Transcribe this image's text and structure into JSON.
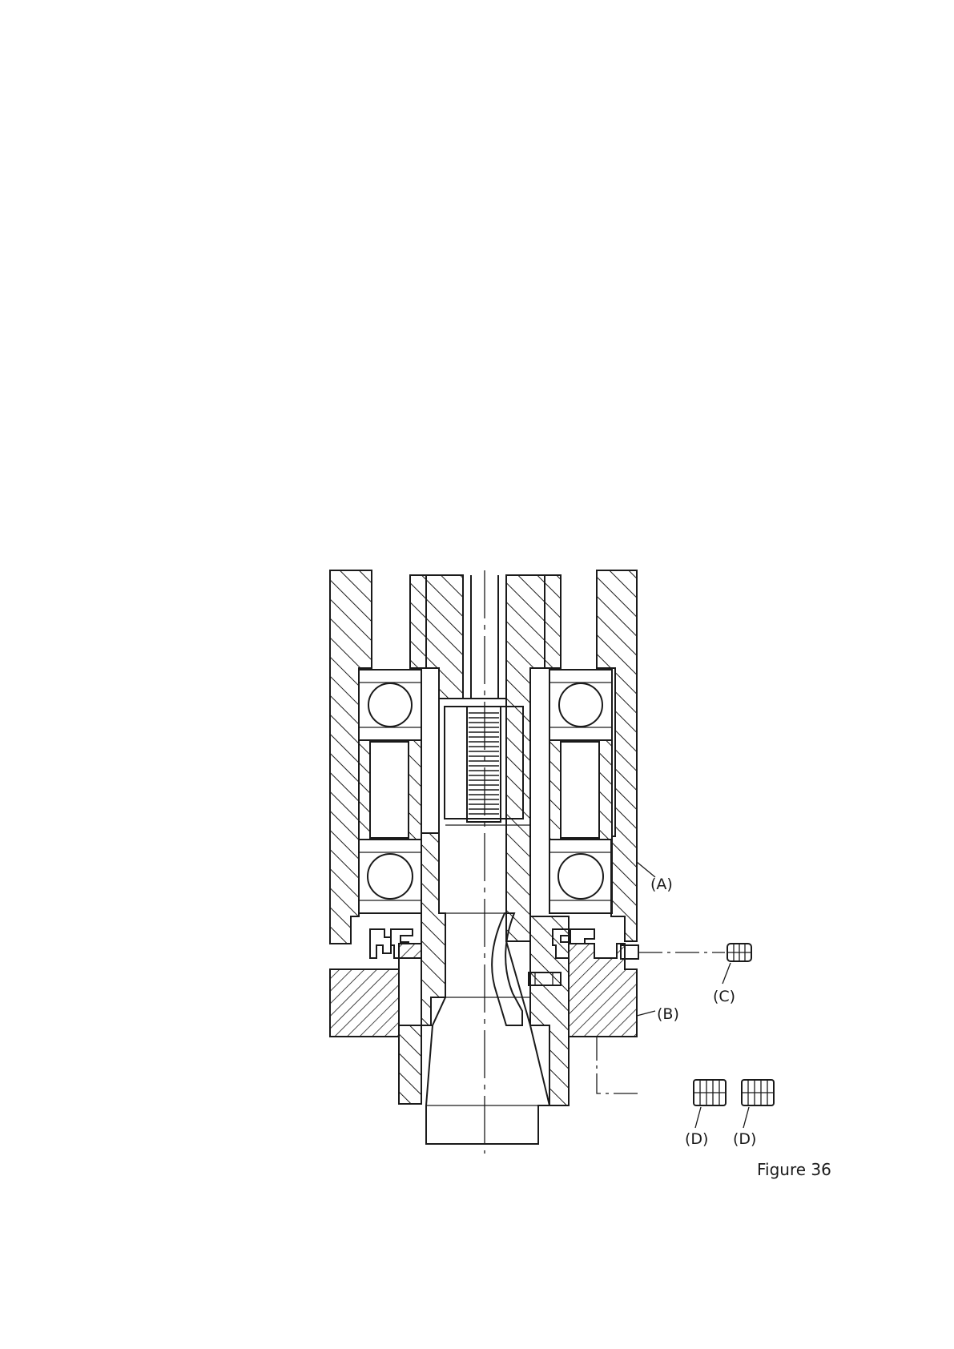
{
  "figure": {
    "caption": "Figure 36",
    "labels": {
      "a": "(A)",
      "b": "(B)",
      "c": "(C)",
      "d1": "(D)",
      "d2": "(D)"
    }
  }
}
